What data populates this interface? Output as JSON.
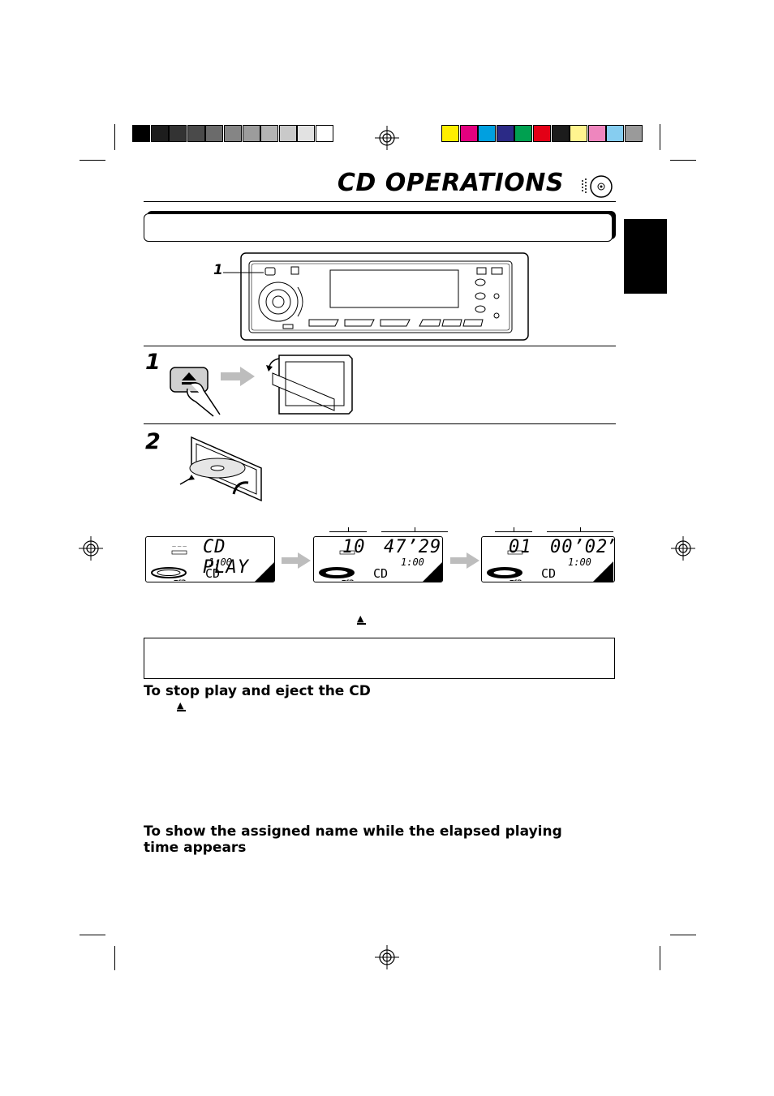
{
  "page_title": "CD OPERATIONS",
  "step_labels": [
    "1",
    "1",
    "2"
  ],
  "displays": [
    {
      "main": "CD PLAY",
      "clock": "1:00",
      "mode": "CD"
    },
    {
      "track": "10",
      "time": "47’29”",
      "clock": "1:00",
      "mode": "CD"
    },
    {
      "track": "01",
      "time": "00’02”",
      "clock": "1:00",
      "mode": "CD"
    }
  ],
  "headings": {
    "stop_eject": "To stop play and eject the CD",
    "show_name": "To show the assigned name while the elapsed playing time appears"
  },
  "eject_symbol": "▲",
  "colors": {
    "gray_scale": [
      "#000000",
      "#1d1d1d",
      "#333333",
      "#4a4a4a",
      "#6b6b6b",
      "#858585",
      "#9c9c9c",
      "#b3b3b3",
      "#c9c9c9",
      "#e2e2e2",
      "#ffffff"
    ],
    "color_bar": [
      "#ffee00",
      "#e3007f",
      "#00a0e0",
      "#2b2a86",
      "#00a050",
      "#e30016",
      "#1c1c1c",
      "#fff48f",
      "#ee86be",
      "#86cdf0",
      "#9a9a9a"
    ]
  }
}
